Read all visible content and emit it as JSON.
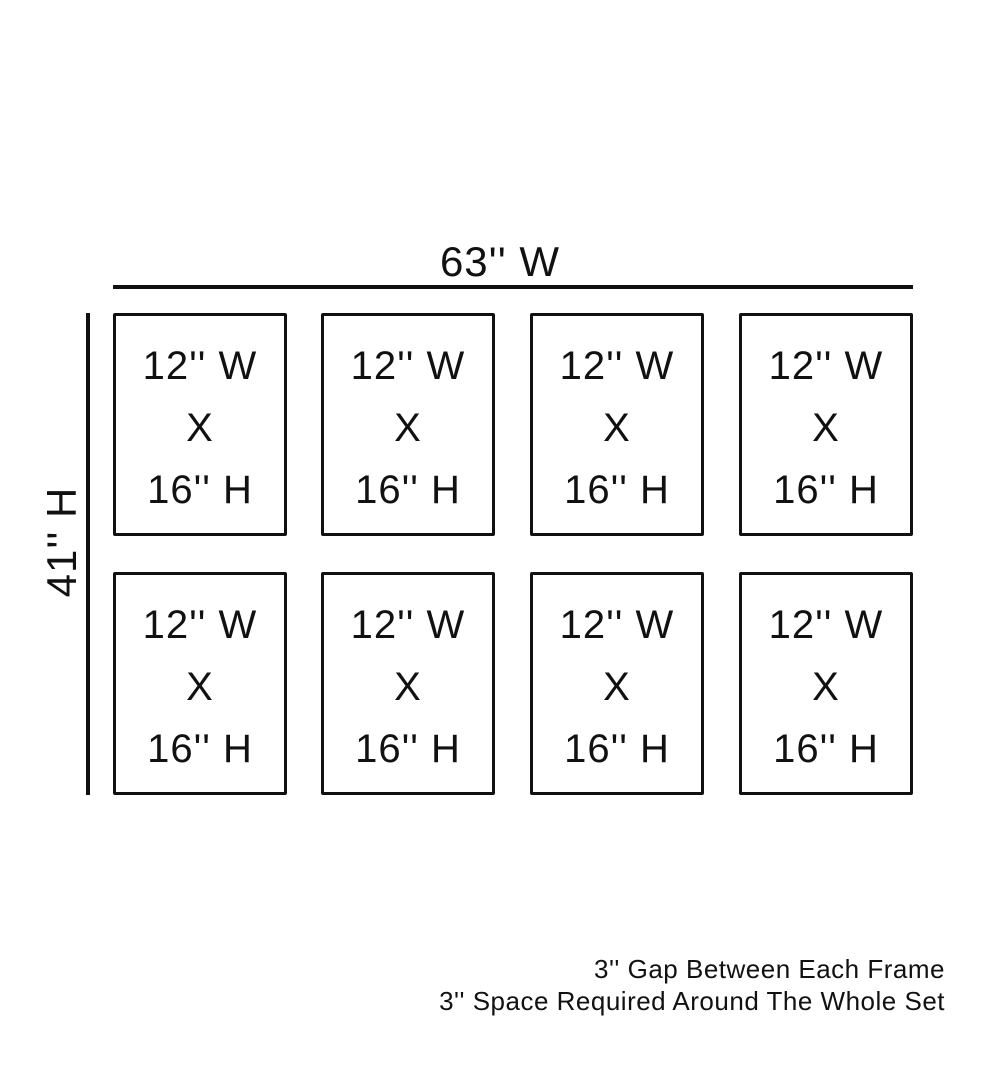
{
  "overall": {
    "width_label": "63'' W",
    "height_label": "41'' H"
  },
  "frames": [
    {
      "lines": [
        "12'' W",
        "X",
        "16'' H"
      ]
    },
    {
      "lines": [
        "12'' W",
        "X",
        "16'' H"
      ]
    },
    {
      "lines": [
        "12'' W",
        "X",
        "16'' H"
      ]
    },
    {
      "lines": [
        "12'' W",
        "X",
        "16'' H"
      ]
    },
    {
      "lines": [
        "12'' W",
        "X",
        "16'' H"
      ]
    },
    {
      "lines": [
        "12'' W",
        "X",
        "16'' H"
      ]
    },
    {
      "lines": [
        "12'' W",
        "X",
        "16'' H"
      ]
    },
    {
      "lines": [
        "12'' W",
        "X",
        "16'' H"
      ]
    }
  ],
  "notes": [
    "3'' Gap Between Each Frame",
    "3'' Space Required Around The Whole Set"
  ]
}
